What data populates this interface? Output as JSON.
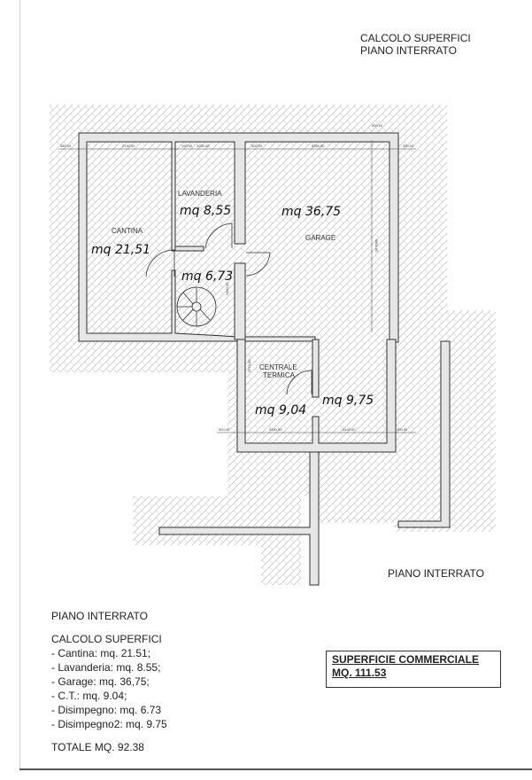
{
  "header": {
    "line1": "CALCOLO SUPERFICI",
    "line2": "PIANO INTERRATO"
  },
  "plan": {
    "label": "PIANO INTERRATO",
    "rooms": {
      "cantina": {
        "name": "CANTINA",
        "area": "mq 21,51"
      },
      "lavanderia": {
        "name": "LAVANDERIA",
        "area": "mq 8,55"
      },
      "garage": {
        "name": "GARAGE",
        "area": "mq 36,75"
      },
      "disimpegno": {
        "area": "mq 6,73"
      },
      "centrale": {
        "name1": "CENTRALE",
        "name2": "TERMICA",
        "area": "mq 9,04"
      },
      "disimpegno2": {
        "area": "mq 9,75"
      }
    },
    "dims": {
      "d1": "380.00",
      "d2": "2130.00",
      "d3": "150.00",
      "d4": "3250.00",
      "d5": "300.00",
      "d6": "5350.00",
      "d7": "300.00",
      "d8": "300.00",
      "d9": "6800.00",
      "d10": "2770.00",
      "d11": "2450.00",
      "d12": "300.00",
      "d13": "2480.00",
      "d14": "2440.00",
      "d15": "300.00"
    }
  },
  "summary": {
    "title": "PIANO INTERRATO",
    "subtitle": "CALCOLO SUPERFICI",
    "items": [
      "- Cantina: mq. 21.51;",
      "- Lavanderia: mq. 8.55;",
      "- Garage: mq. 36,75;",
      "- C.T.: mq. 9.04;",
      "- Disimpegno: mq. 6.73",
      "- Disimpegno2: mq. 9.75"
    ],
    "total": "TOTALE MQ. 92.38"
  },
  "commercial": {
    "label": "SUPERFICIE COMMERCIALE",
    "value": "MQ. 111.53"
  }
}
